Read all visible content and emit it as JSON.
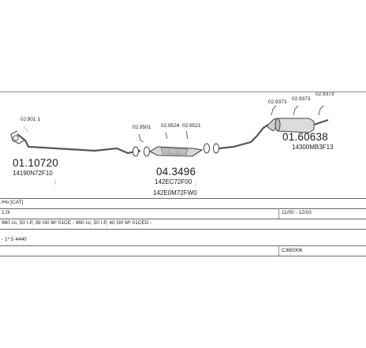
{
  "parts": {
    "p1": {
      "code": "01.10720",
      "ref": "14190N72F10",
      "small": "0J.901 1"
    },
    "p2": {
      "code": "04.3496",
      "ref1": "142EC72F00",
      "ref2": "142E0M72FW0",
      "c1": "02.9501",
      "c2": "02.9524",
      "c3": "02.9521"
    },
    "p3": {
      "code": "01.60638",
      "ref": "14300MB3F13",
      "c1": "02.9373",
      "c2": "02.9373",
      "c3": "02.9373"
    }
  },
  "table": {
    "header": "∕Ho [CAT]",
    "row1_left": "1.0i",
    "row1_right": "11/00 - 12/03",
    "row2": "960 cc, 50 I.P, 39 I30 M² 01CE - 960 cc, 50 I.P, 40 I30 M² 01CED -",
    "row3": "- 1* 5 4440",
    "row4_right": "C360006"
  }
}
